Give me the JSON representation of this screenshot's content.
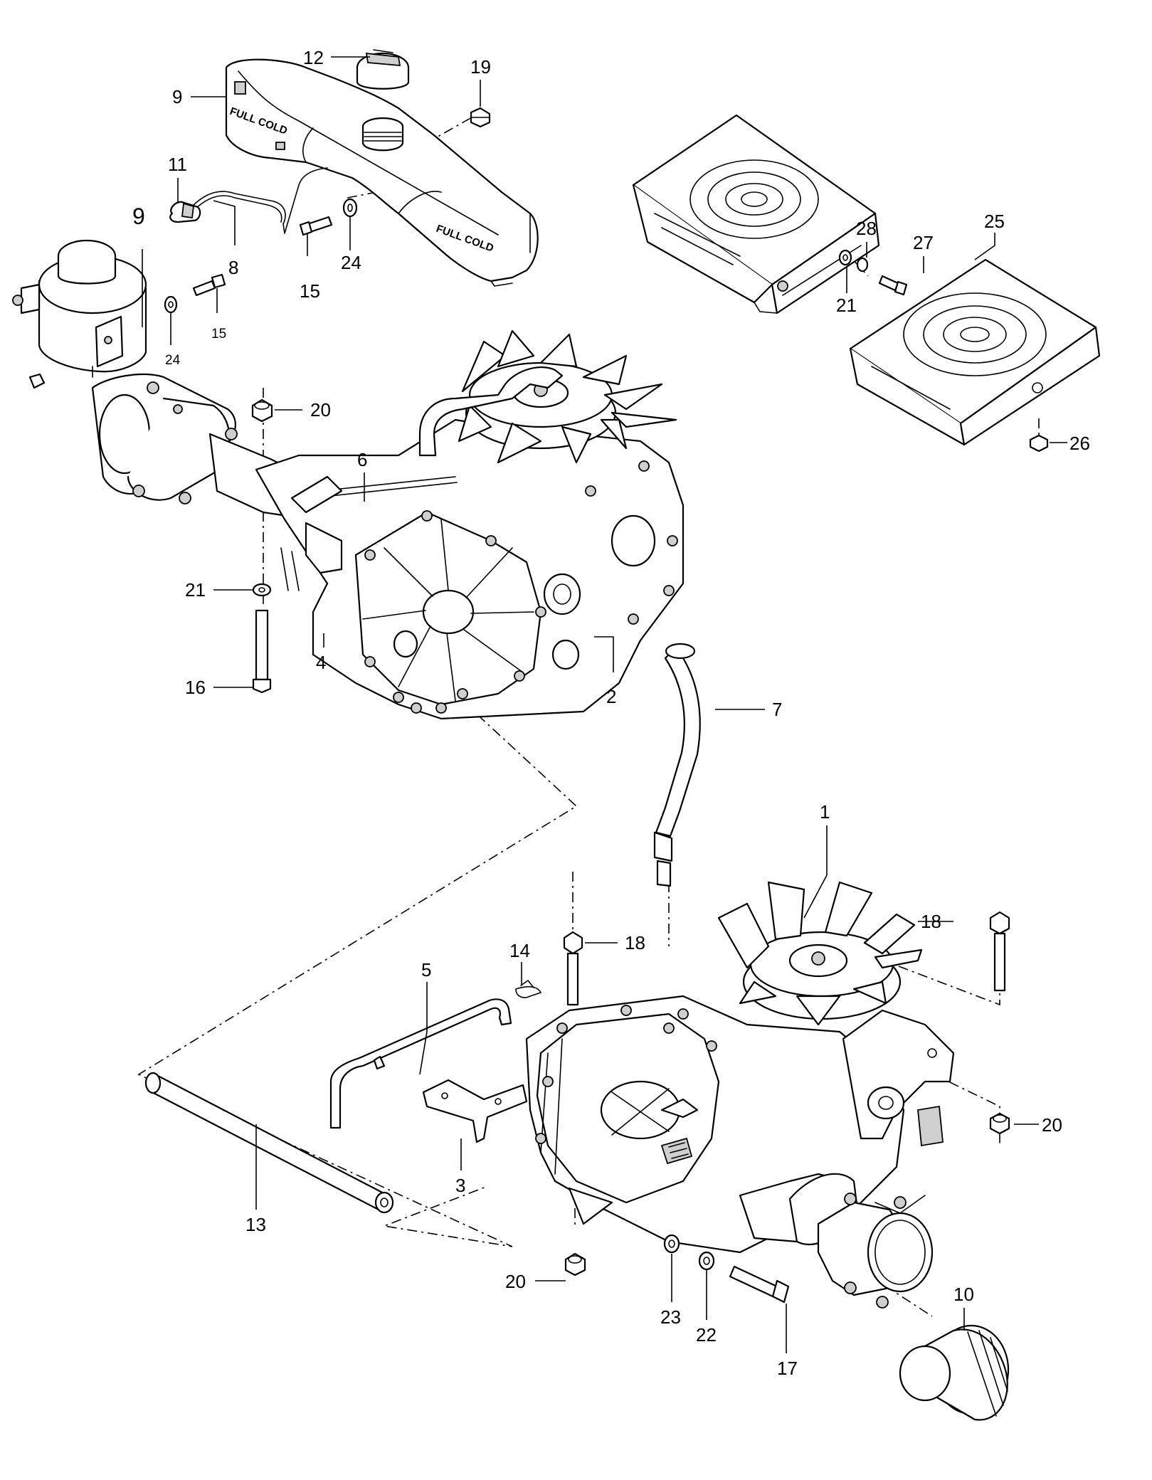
{
  "tank": {
    "decal_text": "FULL COLD"
  },
  "callouts": {
    "c1": "1",
    "c2": "2",
    "c3": "3",
    "c4": "4",
    "c5": "5",
    "c6": "6",
    "c7": "7",
    "c8": "8",
    "c9_tank": "9",
    "c9_reservoir": "9",
    "c10": "10",
    "c11": "11",
    "c12": "12",
    "c13": "13",
    "c14": "14",
    "c15_upper": "15",
    "c15_lower": "15",
    "c16": "16",
    "c17": "17",
    "c18_left": "18",
    "c18_right": "18",
    "c19": "19",
    "c20_upper": "20",
    "c20_right": "20",
    "c20_lower": "20",
    "c21_upper": "21",
    "c21_left": "21",
    "c22": "22",
    "c23": "23",
    "c24_upper": "24",
    "c24_lower": "24",
    "c25": "25",
    "c26": "26",
    "c27": "27",
    "c28": "28"
  }
}
